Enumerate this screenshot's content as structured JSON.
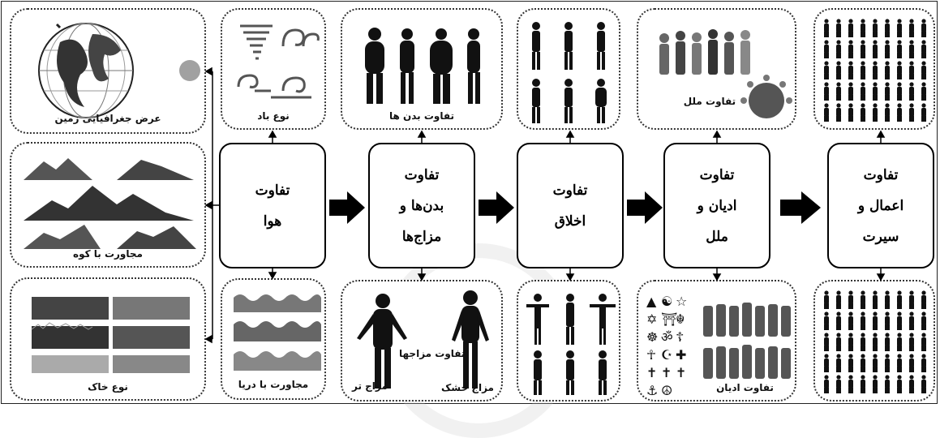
{
  "main_boxes": [
    {
      "label": "تفاوت\nهوا"
    },
    {
      "label": "تفاوت\nبدن‌ها و\nمزاج‌ها"
    },
    {
      "label": "تفاوت\nاخلاق"
    },
    {
      "label": "تفاوت\nادیان و\nملل"
    },
    {
      "label": "تفاوت\nاعمال و\nسیرت"
    }
  ],
  "left_cards": [
    {
      "caption": "عرض جغرافیایی زمین",
      "icon": "globe-icon"
    },
    {
      "caption": "مجاورت با کوه",
      "icon": "mountains-icon"
    },
    {
      "caption": "نوع خاک",
      "icon": "soil-layers-icon"
    }
  ],
  "top_cards": [
    {
      "caption": "نوع باد",
      "icon": "wind-icon"
    },
    {
      "caption": "تفاوت بدن ها",
      "icon": "body-silhouettes-icon"
    },
    {
      "caption": "",
      "icon": "gesture-silhouettes-icon"
    },
    {
      "caption": "تفاوت ملل",
      "icon": "nations-people-icon"
    },
    {
      "caption": "",
      "icon": "crowd-silhouettes-icon"
    }
  ],
  "bottom_cards": [
    {
      "caption": "مجاورت با دریا",
      "icon": "sea-waves-icon"
    },
    {
      "caption": "تفاوت مزاجها",
      "icon": "temperament-silhouettes-icon",
      "left_label": "مزاج تر",
      "right_label": "مزاج خشک"
    },
    {
      "caption": "",
      "icon": "walking-silhouettes-icon"
    },
    {
      "caption": "تفاوت ادیان",
      "icon": "religious-symbols-icon"
    },
    {
      "caption": "",
      "icon": "action-silhouettes-icon"
    }
  ]
}
